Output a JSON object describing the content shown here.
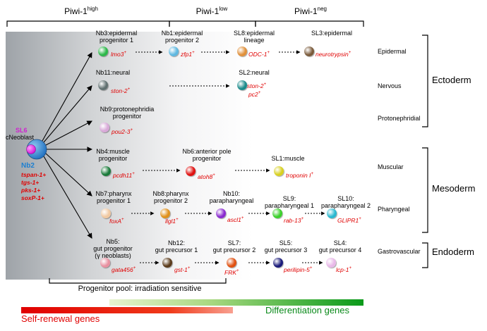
{
  "headers": {
    "high": {
      "base": "Piwi-1",
      "sup": "high"
    },
    "low": {
      "base": "Piwi-1",
      "sup": "low"
    },
    "neg": {
      "base": "Piwi-1",
      "sup": "neg"
    }
  },
  "cneoblast": {
    "sl6": "SL6",
    "name": "cNeoblast",
    "nb2": "Nb2",
    "genes": [
      "tspan-1+",
      "tgs-1+",
      "pks-1+",
      "soxP-1+"
    ]
  },
  "nodes": {
    "nb3": {
      "l1": "Nb3:epidermal",
      "l2": "progenitor 1",
      "gene": "lmo3",
      "sup": "+",
      "color": "#2db84a"
    },
    "nb1": {
      "l1": "Nb1:epidermal",
      "l2": "progenitor 2",
      "gene": "zfp1",
      "sup": "+",
      "color": "#5fb8e0"
    },
    "sl8": {
      "l1": "SL8:epidermal",
      "l2": "lineage",
      "gene": "ODC-1",
      "sup": "+",
      "color": "#e0903a"
    },
    "sl3": {
      "l1": "SL3:epidermal",
      "l2": "",
      "gene": "neurotrypsin",
      "sup": "+",
      "color": "#7a5a3a"
    },
    "nb11": {
      "l1": "Nb11:neural",
      "l2": "",
      "gene": "ston-2",
      "sup": "+",
      "color": "#607070"
    },
    "sl2": {
      "l1": "SL2:neural",
      "l2": "",
      "gene": "ston-2",
      "sup": "+",
      "gene2": "pc2",
      "sup2": "+",
      "color": "#1a8a8a"
    },
    "nb9": {
      "l1": "Nb9:protonephridia",
      "l2": "progenitor",
      "gene": "pou2-3",
      "sup": "+",
      "color": "#d8a8d8"
    },
    "nb4": {
      "l1": "Nb4:muscle",
      "l2": "progenitor",
      "gene": "pcdh11",
      "sup": "+",
      "color": "#1a7a3a"
    },
    "nb6": {
      "l1": "Nb6:anterior pole",
      "l2": "progenitor",
      "gene": "atoh8",
      "sup": "+",
      "color": "#e01010"
    },
    "sl1": {
      "l1": "SL1:muscle",
      "l2": "",
      "gene": "troponin I",
      "sup": "+",
      "color": "#d8d020"
    },
    "nb7": {
      "l1": "Nb7:pharynx",
      "l2": "progenitor 1",
      "gene": "foxA",
      "sup": "+",
      "color": "#f0c8a0"
    },
    "nb8": {
      "l1": "Nb8:pharynx",
      "l2": "progenitor 2",
      "gene": "llgl1",
      "sup": "+",
      "color": "#e0901a"
    },
    "nb10": {
      "l1": "Nb10:",
      "l2": "parapharyngeal",
      "gene": "ascl1",
      "sup": "+",
      "color": "#8a2ad0"
    },
    "sl9": {
      "l1": "SL9:",
      "l2": "parapharyngeal 1",
      "gene": "rab-13",
      "sup": "+",
      "color": "#3ad02a"
    },
    "sl10": {
      "l1": "SL10:",
      "l2": "parapharyngeal 2",
      "gene": "GLIPR1",
      "sup": "+",
      "color": "#2ab8d0"
    },
    "nb5": {
      "l1": "Nb5:",
      "l2": "gut progenitor",
      "l3": "(γ neoblasts)",
      "gene": "gata456",
      "sup": "+",
      "color": "#e890a0"
    },
    "nb12": {
      "l1": "Nb12:",
      "l2": "gut precursor 1",
      "gene": "gst-1",
      "sup": "+",
      "color": "#5a3a1a"
    },
    "sl7": {
      "l1": "SL7:",
      "l2": "gut precursor 2",
      "gene": "FRK",
      "sup": "+",
      "color": "#e05010"
    },
    "sl5": {
      "l1": "SL5:",
      "l2": "gut precursor 3",
      "gene": "perilipin-5",
      "sup": "+",
      "color": "#1a1a7a"
    },
    "sl4": {
      "l1": "SL4:",
      "l2": "gut precursor 4",
      "gene": "lcp-1",
      "sup": "+",
      "color": "#e8b8e8"
    }
  },
  "lineages": [
    "Epidermal",
    "Nervous",
    "Protonephridial",
    "Muscular",
    "Pharyngeal",
    "Gastrovascular"
  ],
  "germ_layers": [
    "Ectoderm",
    "Mesoderm",
    "Endoderm"
  ],
  "pool_label": "Progenitor pool: irradiation sensitive",
  "bars": {
    "self_renewal": "Self-renewal genes",
    "differentiation": "Differentiation genes"
  },
  "colors": {
    "red_bar": "#e00000",
    "green_bar": "#0a9a1a",
    "gene_text": "#e00000",
    "nb2_text": "#1e7fd0",
    "sl6_text": "#d020d0",
    "diff_text": "#0a8a1a",
    "self_text": "#e00000"
  }
}
